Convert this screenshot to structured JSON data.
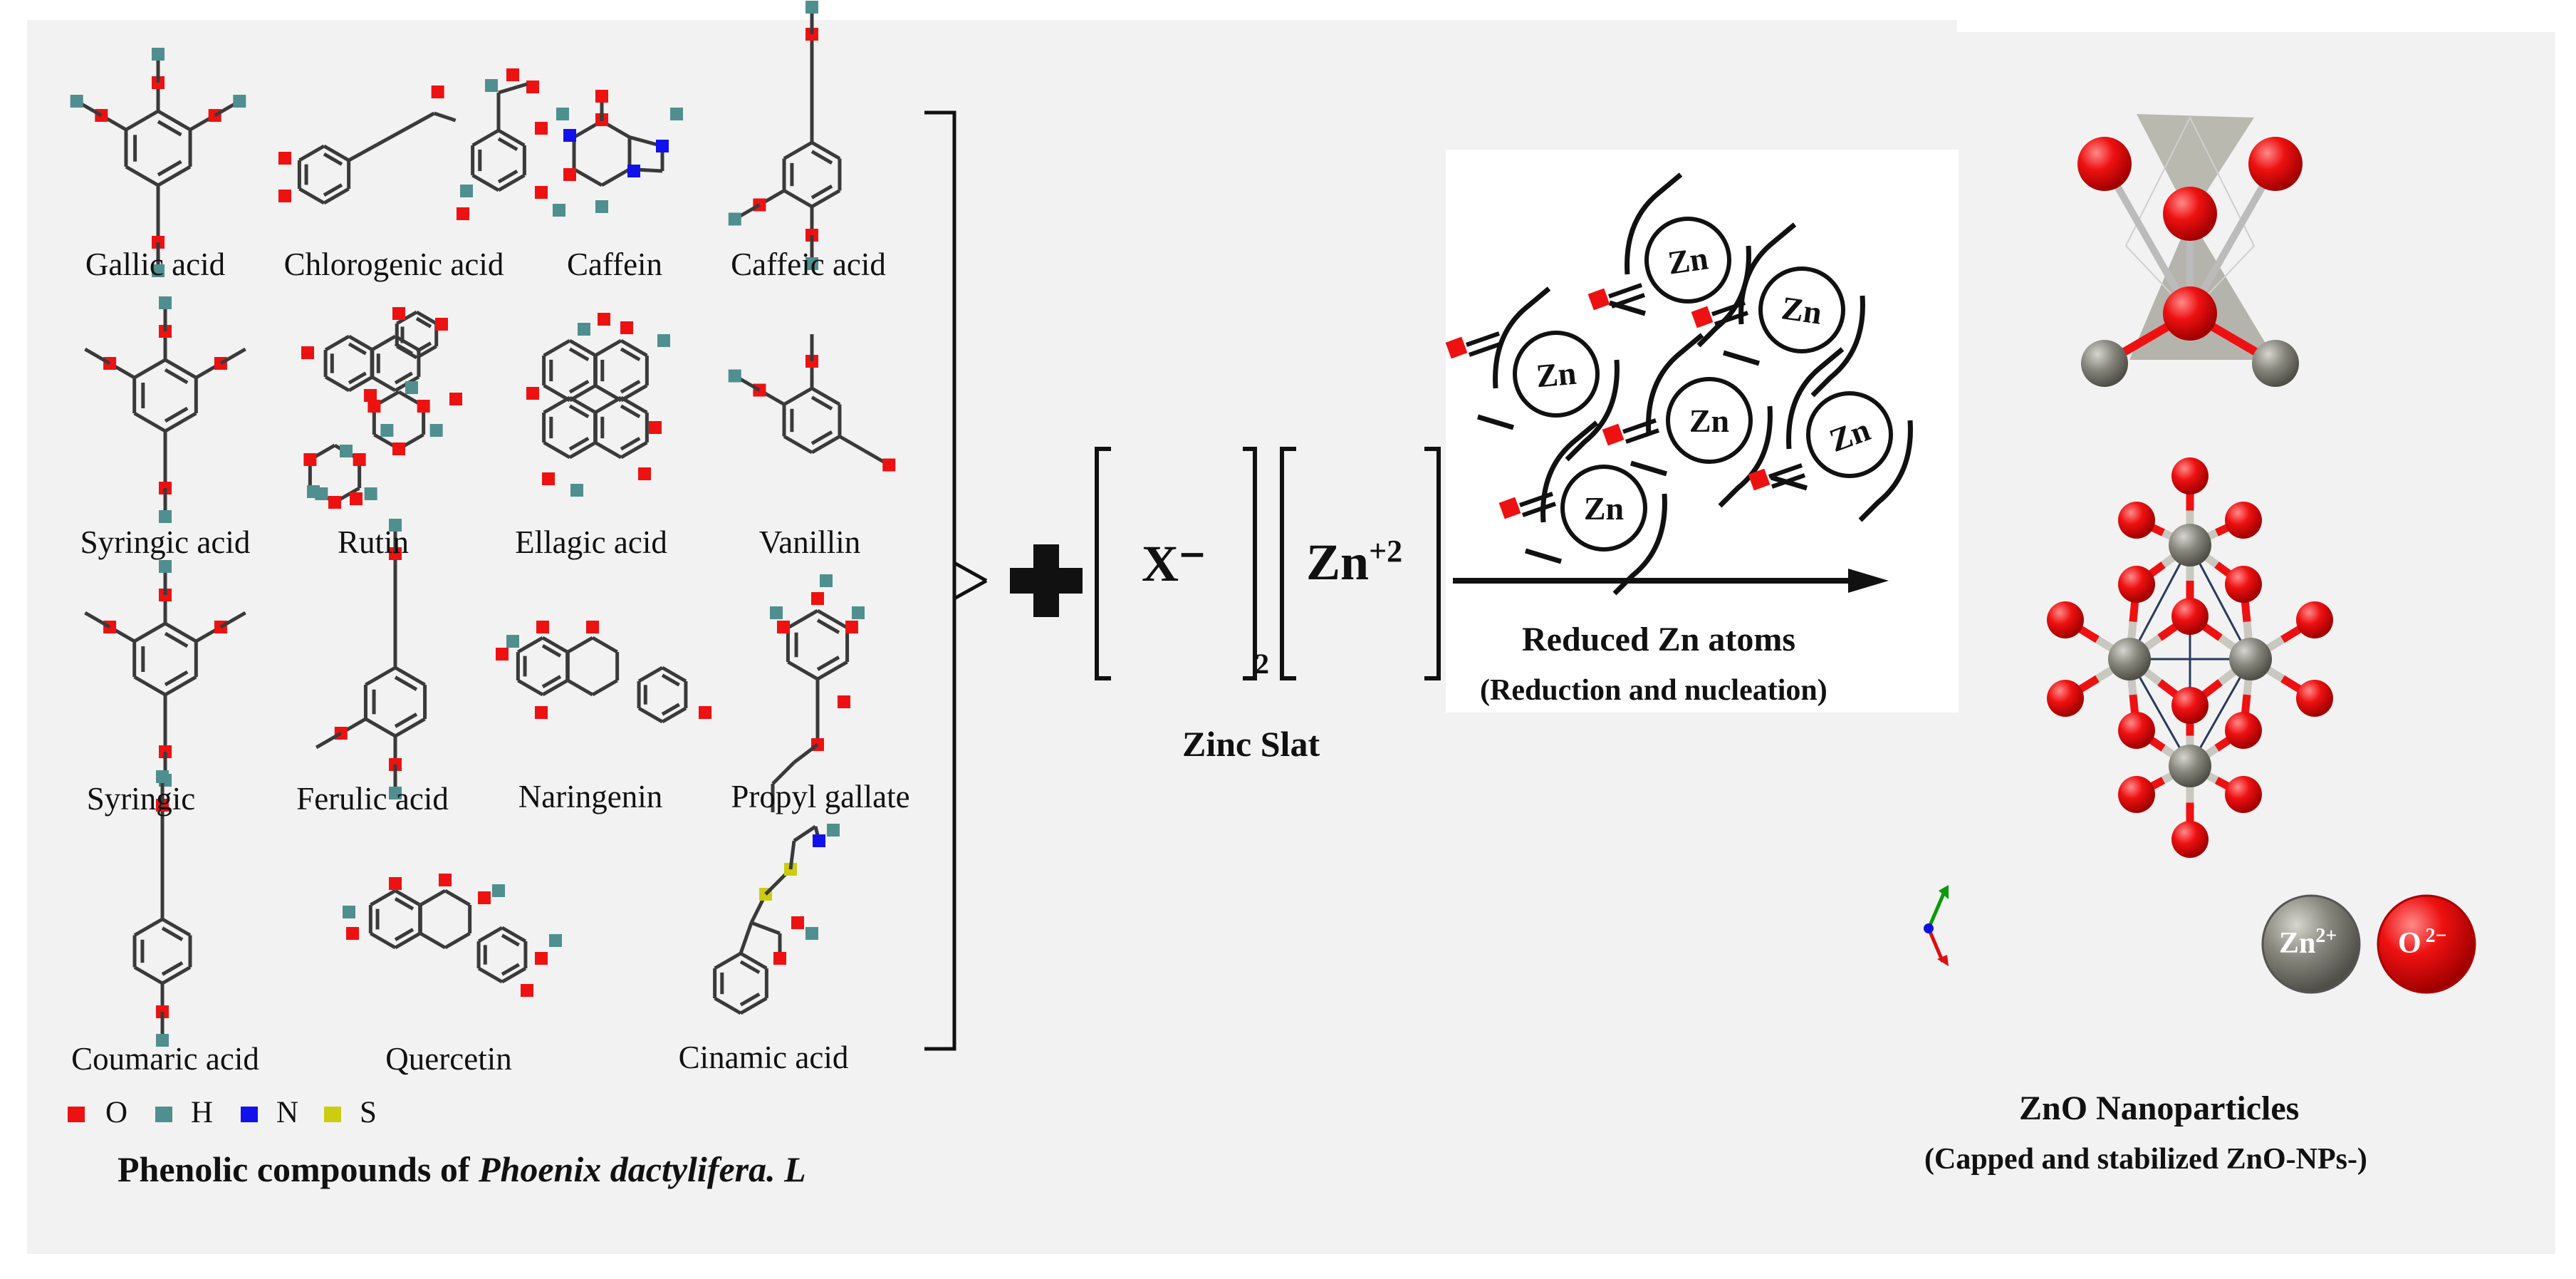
{
  "compounds": [
    {
      "name": "Gallic acid"
    },
    {
      "name": "Chlorogenic acid"
    },
    {
      "name": "Caffein"
    },
    {
      "name": "Caffeic acid"
    },
    {
      "name": "Syringic  acid"
    },
    {
      "name": "Rutin"
    },
    {
      "name": "Ellagic acid"
    },
    {
      "name": "Vanillin"
    },
    {
      "name": "Syringic"
    },
    {
      "name": "Ferulic acid"
    },
    {
      "name": "Naringenin"
    },
    {
      "name": "Propyl gallate"
    },
    {
      "name": "Coumaric acid"
    },
    {
      "name": "Quercetin"
    },
    {
      "name": "Cinamic acid"
    }
  ],
  "legend": [
    {
      "symbol": "O",
      "color": "#ee1111"
    },
    {
      "symbol": "H",
      "color": "#4f8f8f"
    },
    {
      "symbol": "N",
      "color": "#1111ee"
    },
    {
      "symbol": "S",
      "color": "#cccc11"
    }
  ],
  "phenolic_title_prefix": "Phenolic compounds of ",
  "phenolic_title_species": "Phoenix dactylifera. L",
  "salt": {
    "anion": "X⁻",
    "subscript": "2",
    "cation": "Zn",
    "cation_charge": "+2",
    "label": "Zinc Slat"
  },
  "reduced": {
    "atom_label": "Zn",
    "title": "Reduced Zn atoms",
    "subtitle": "(Reduction and nucleation)"
  },
  "nanoparticles": {
    "zn_ion": "Zn",
    "zn_charge": "2+",
    "o_ion": "O",
    "o_charge": "2−",
    "title": "ZnO Nanoparticles",
    "subtitle": "(Capped and stabilized ZnO-NPs-)"
  },
  "colors": {
    "oxygen": "#ee1111",
    "hydrogen": "#4f8f8f",
    "nitrogen": "#1111ee",
    "sulfur": "#cccc11",
    "zinc_gray": "#7d7d72",
    "panel_bg": "#f2f2f2"
  }
}
